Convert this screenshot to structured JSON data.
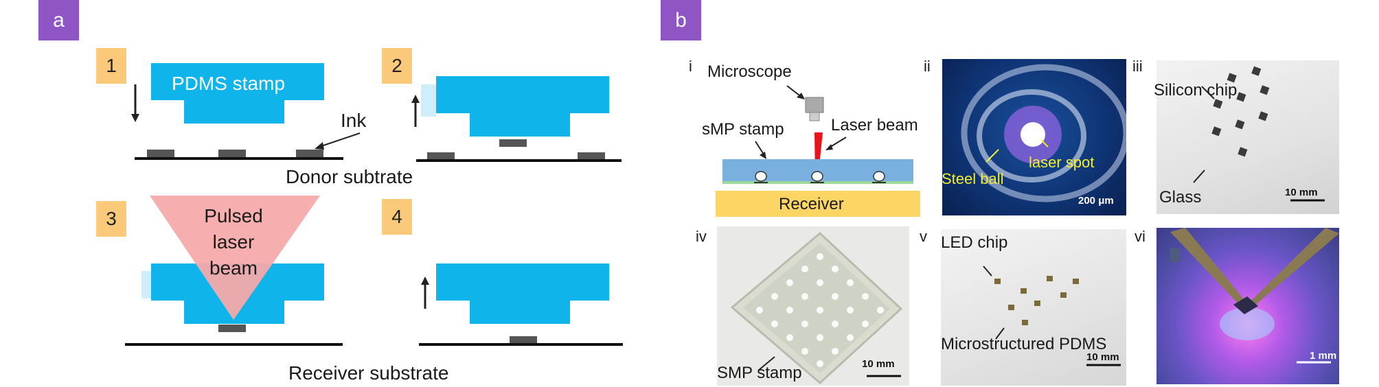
{
  "panel_a": {
    "tag": "a",
    "steps": [
      "1",
      "2",
      "3",
      "4"
    ],
    "stamp_label": "PDMS stamp",
    "ink_label": "Ink",
    "donor_label": "Donor subtrate",
    "laser_label_lines": [
      "Pulsed",
      "laser",
      "beam"
    ],
    "receiver_label": "Receiver substrate"
  },
  "panel_b": {
    "tag": "b",
    "sub_i": {
      "numeral": "i",
      "microscope": "Microscope",
      "smp_stamp": "sMP stamp",
      "laser_beam": "Laser beam",
      "receiver": "Receiver"
    },
    "sub_ii": {
      "numeral": "ii",
      "steel_ball": "Steel ball",
      "laser_spot": "laser spot",
      "scale": "200 μm"
    },
    "sub_iii": {
      "numeral": "iii",
      "silicon_chip": "Silicon chip",
      "glass": "Glass",
      "scale": "10 mm"
    },
    "sub_iv": {
      "numeral": "iv",
      "smp_stamp": "SMP stamp",
      "scale": "10 mm"
    },
    "sub_v": {
      "numeral": "v",
      "led_chip": "LED chip",
      "microstructured": "Microstructured PDMS",
      "scale": "10 mm"
    },
    "sub_vi": {
      "numeral": "vi",
      "scale": "1 mm"
    }
  },
  "colors": {
    "tag_purple": "#8f55c4",
    "step_orange": "#fbc97a",
    "stamp_blue": "#0fb4ea",
    "laser_pink": "#f5aaaa",
    "receiver_yellow": "#fdd564",
    "smp_blue": "#7ab0e0"
  }
}
